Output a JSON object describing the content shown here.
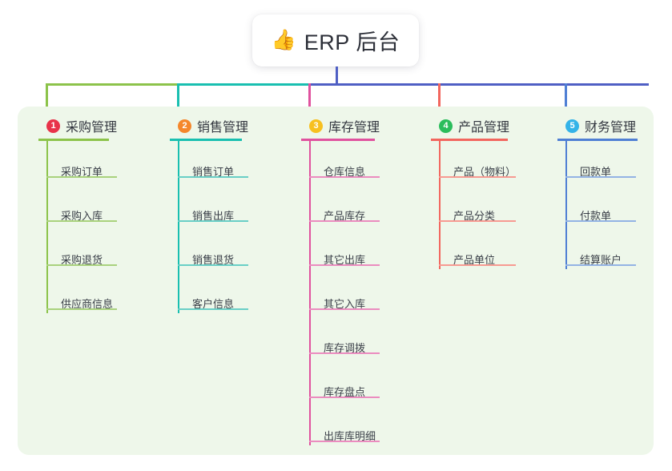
{
  "diagram": {
    "type": "mind-map",
    "root": {
      "icon": "thumbs-up-icon",
      "emoji": "👍",
      "label": "ERP 后台"
    },
    "panel_color": "#eef7ea",
    "connector_colors": [
      "#8cc34a",
      "#19bfb0",
      "#e0529e",
      "#f2665e",
      "#4f5fc4"
    ],
    "branches": [
      {
        "number": "1",
        "label": "采购管理",
        "badge_color": "#e8334a",
        "line_color": "#8cc34a",
        "rule_color": "#a9d27d",
        "items": [
          "采购订单",
          "采购入库",
          "采购退货",
          "供应商信息"
        ]
      },
      {
        "number": "2",
        "label": "销售管理",
        "badge_color": "#f5872b",
        "line_color": "#19bfb0",
        "rule_color": "#69cfc6",
        "items": [
          "销售订单",
          "销售出库",
          "销售退货",
          "客户信息"
        ]
      },
      {
        "number": "3",
        "label": "库存管理",
        "badge_color": "#f7c020",
        "line_color": "#e0529e",
        "rule_color": "#eb8cbf",
        "items": [
          "仓库信息",
          "产品库存",
          "其它出库",
          "其它入库",
          "库存调拨",
          "库存盘点",
          "出库库明细"
        ]
      },
      {
        "number": "4",
        "label": "产品管理",
        "badge_color": "#2bbd5c",
        "line_color": "#f2665e",
        "rule_color": "#f79a92",
        "items": [
          "产品（物料）",
          "产品分类",
          "产品单位"
        ]
      },
      {
        "number": "5",
        "label": "财务管理",
        "badge_color": "#34b3e8",
        "line_color": "#4f7fd4",
        "rule_color": "#93b3e4",
        "items": [
          "回款单",
          "付款单",
          "结算账户"
        ]
      }
    ]
  }
}
